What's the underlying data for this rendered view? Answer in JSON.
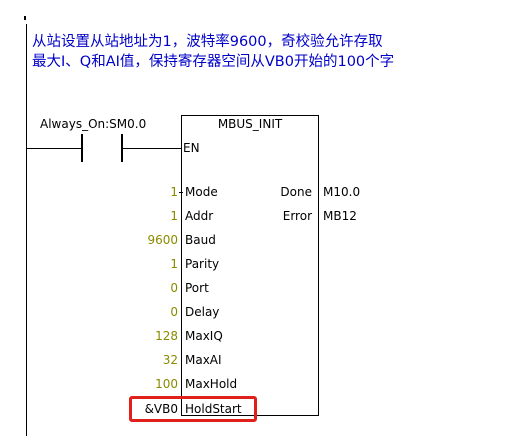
{
  "comment": {
    "line1": "从站设置从站地址为1，波特率9600，奇校验允许存取",
    "line2": "最大I、Q和AI值，保持寄存器空间从VB0开始的100个字"
  },
  "contact": {
    "label": "Always_On:SM0.0"
  },
  "block": {
    "title": "MBUS_INIT",
    "enable_pin": "EN",
    "inputs": [
      {
        "pin": "Mode",
        "value": "1"
      },
      {
        "pin": "Addr",
        "value": "1"
      },
      {
        "pin": "Baud",
        "value": "9600"
      },
      {
        "pin": "Parity",
        "value": "1"
      },
      {
        "pin": "Port",
        "value": "0"
      },
      {
        "pin": "Delay",
        "value": "0"
      },
      {
        "pin": "MaxIQ",
        "value": "128"
      },
      {
        "pin": "MaxAI",
        "value": "32"
      },
      {
        "pin": "MaxHold",
        "value": "100"
      },
      {
        "pin": "HoldStart",
        "value": "&VB0"
      }
    ],
    "outputs": [
      {
        "pin": "Done",
        "value": "M10.0"
      },
      {
        "pin": "Error",
        "value": "MB12"
      }
    ]
  },
  "colors": {
    "comment": "#0000c8",
    "constant": "#8a8a00",
    "highlight": "#e0201a"
  }
}
